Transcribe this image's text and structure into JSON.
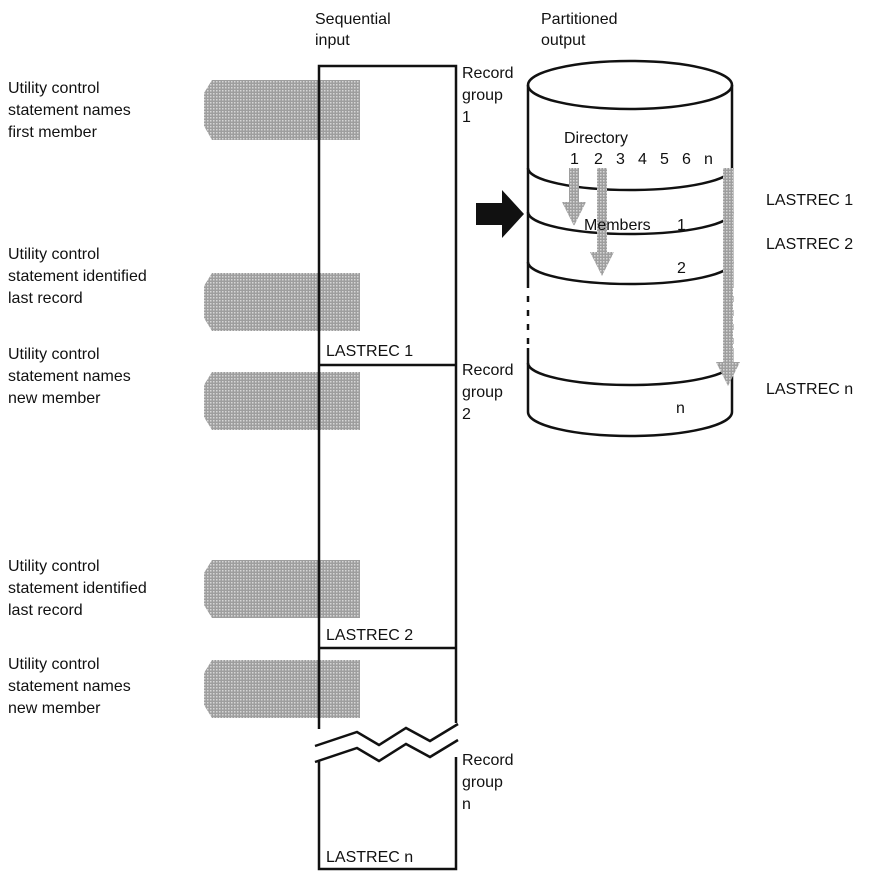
{
  "headers": {
    "sequential_input": "Sequential\ninput",
    "partitioned_output": "Partitioned\noutput"
  },
  "left_notes": [
    "Utility control\nstatement names\nfirst member",
    "Utility control\nstatement identified\nlast record",
    "Utility control\nstatement names\nnew member",
    "Utility control\nstatement identified\nlast record",
    "Utility control\nstatement names\nnew member"
  ],
  "record_groups": [
    "Record\ngroup\n1",
    "Record\ngroup\n2",
    "Record\ngroup\nn"
  ],
  "column_markers": [
    "LASTREC 1",
    "LASTREC 2",
    "LASTREC n"
  ],
  "cylinder": {
    "directory_label": "Directory",
    "directory_numbers": [
      "1",
      "2",
      "3",
      "4",
      "5",
      "6",
      "n"
    ],
    "members_label": "Members",
    "member_numbers": [
      "1",
      "2",
      "n"
    ],
    "right_markers": [
      "LASTREC 1",
      "LASTREC 2",
      "LASTREC n"
    ]
  },
  "colors": {
    "ink": "#111111",
    "shade": "#a3a3a3"
  }
}
